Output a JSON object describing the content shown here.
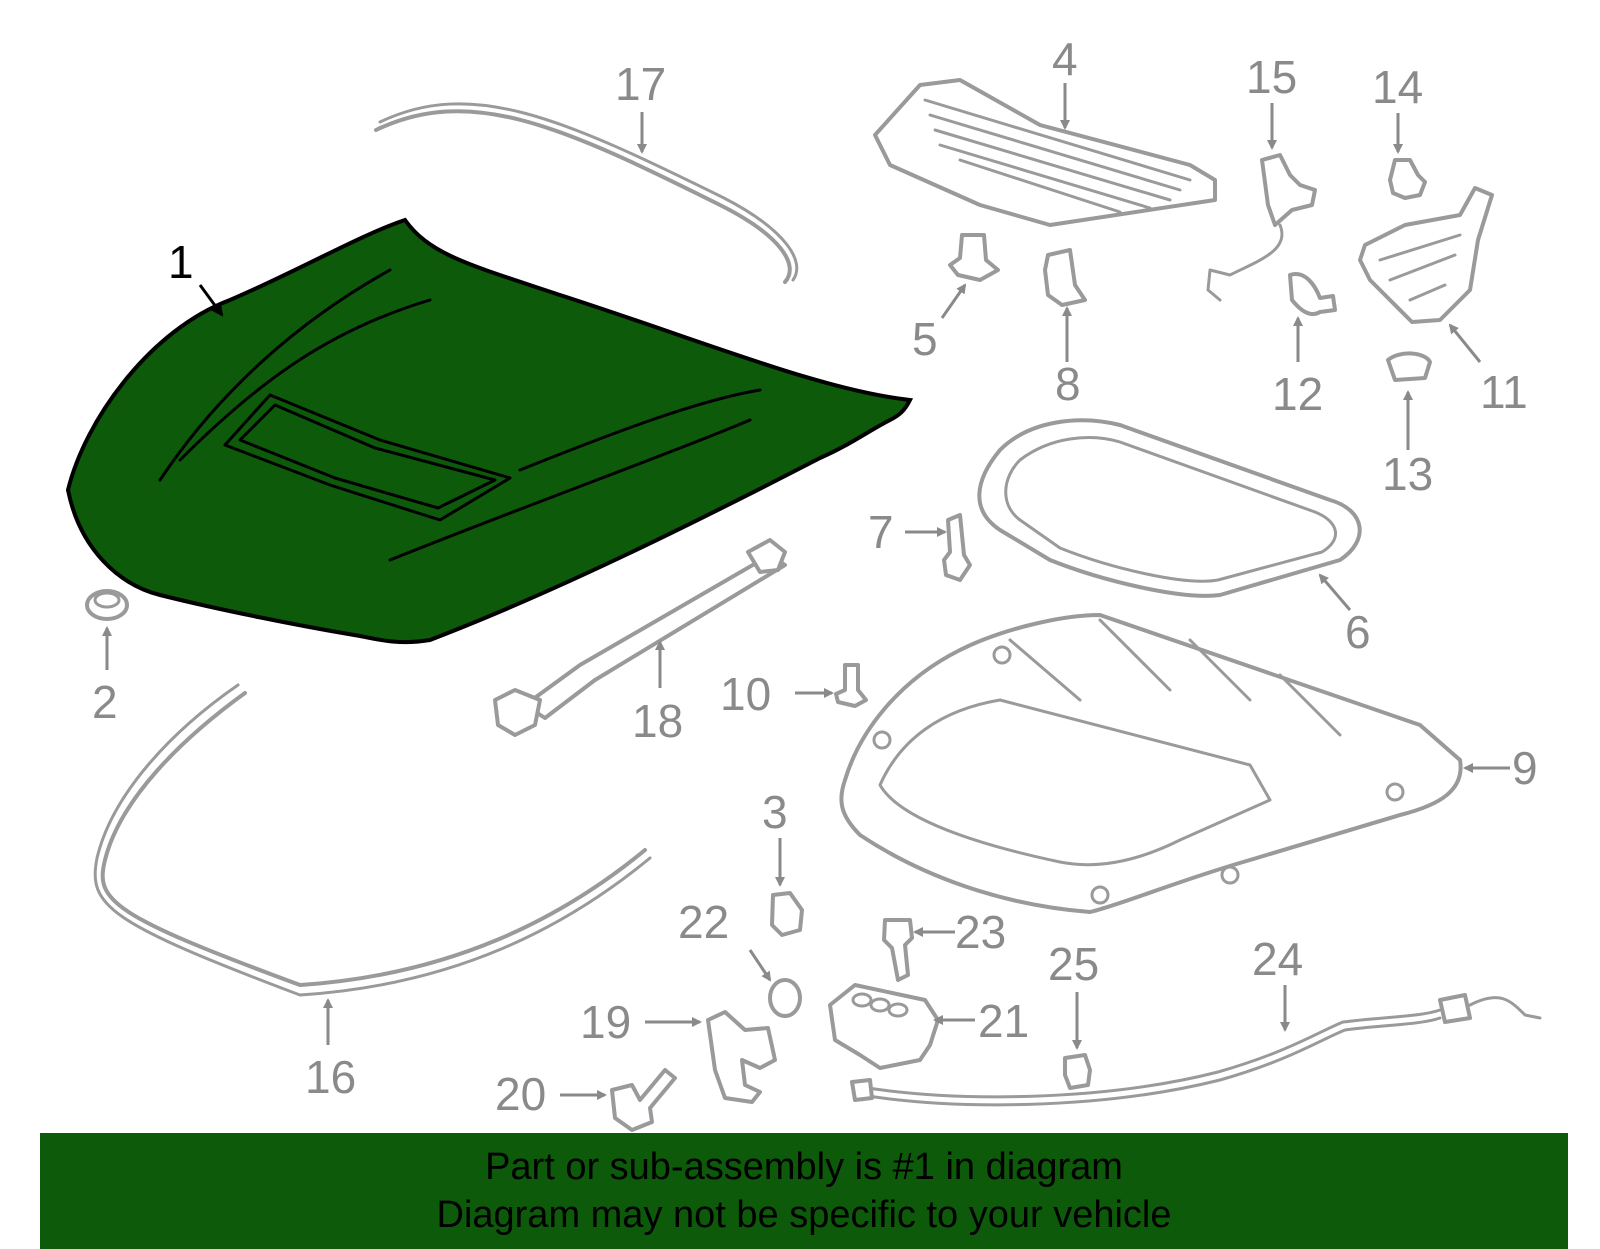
{
  "diagram": {
    "highlight_color": "#0d5a0a",
    "highlighted_part": "1",
    "callouts": [
      "1",
      "2",
      "3",
      "4",
      "5",
      "6",
      "7",
      "8",
      "9",
      "10",
      "11",
      "12",
      "13",
      "14",
      "15",
      "16",
      "17",
      "18",
      "19",
      "20",
      "21",
      "22",
      "23",
      "24",
      "25"
    ]
  },
  "banner": {
    "line1": "Part or sub-assembly is #1 in diagram",
    "line2": "Diagram may not be specific to your vehicle"
  }
}
